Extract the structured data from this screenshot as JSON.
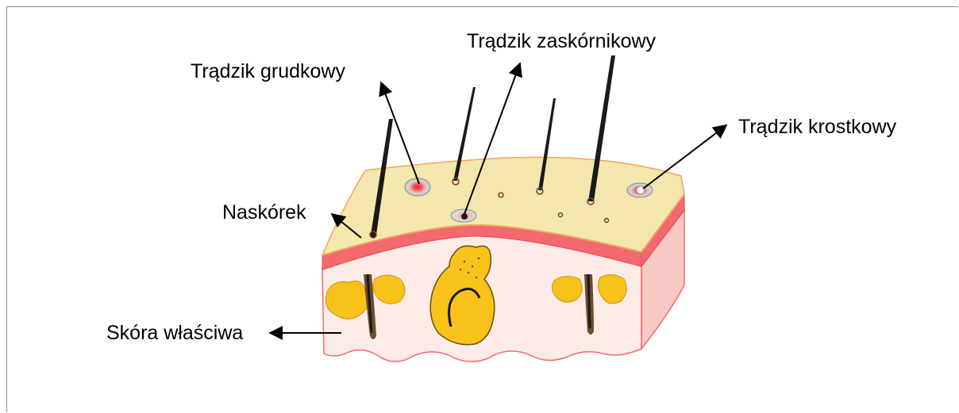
{
  "labels": {
    "papular": "Trądzik grudkowy",
    "comedonal": "Trądzik zaskórnikowy",
    "pustular": "Trądzik krostkowy",
    "epidermis": "Naskórek",
    "dermis": "Skóra właściwa"
  },
  "colors": {
    "epidermis": "#f3e7ad",
    "epidermis_edge": "#f3a45c",
    "red_layer": "#f26a70",
    "dermis": "#fcebe6",
    "dermis_side": "#f8c8c4",
    "gland": "#f8c21a",
    "hair": "#1a1a1a",
    "follicle": "#6e4a2e",
    "inflamed": "#e8232c"
  }
}
